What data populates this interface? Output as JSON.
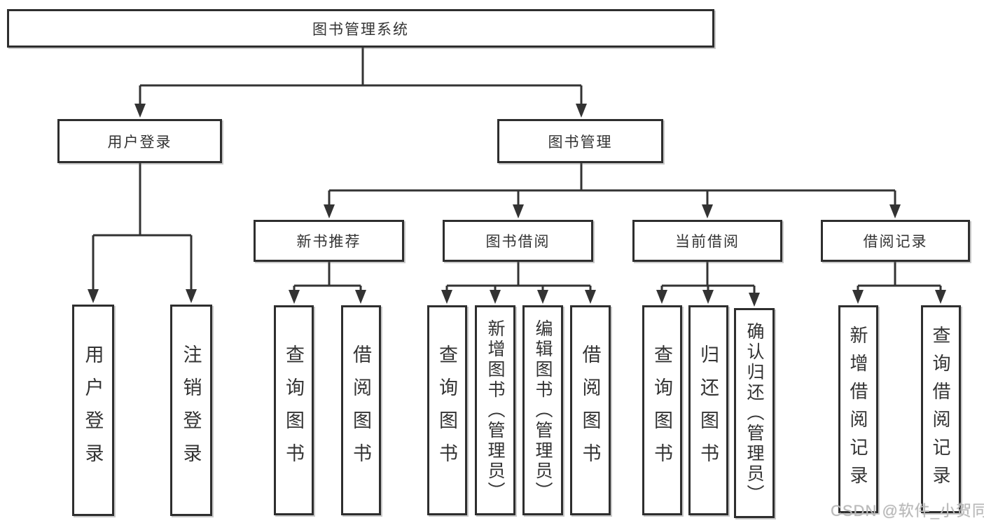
{
  "diagram": {
    "root": {
      "label": "图书管理系统"
    },
    "level2": [
      {
        "label": "用户登录"
      },
      {
        "label": "图书管理"
      }
    ],
    "level3": [
      {
        "label": "新书推荐"
      },
      {
        "label": "图书借阅"
      },
      {
        "label": "当前借阅"
      },
      {
        "label": "借阅记录"
      }
    ],
    "leaves": {
      "user_login": [
        "用户登录",
        "注销登录"
      ],
      "new_book": [
        "查询图书",
        "借阅图书"
      ],
      "book_borrow": [
        "查询图书",
        "新增图书（管理员）",
        "编辑图书（管理员）",
        "借阅图书"
      ],
      "current_borrow": [
        "查询图书",
        "归还图书",
        "确认归还（管理员）"
      ],
      "borrow_record": [
        "新增借阅记录",
        "查询借阅记录"
      ]
    }
  },
  "watermark": {
    "text": "CSDN @软件_小贺同学"
  },
  "colors": {
    "line": "#333333",
    "box_border": "#2e2e2e",
    "text": "#333333",
    "watermark": "#b9b9b9",
    "background": "#ffffff"
  }
}
